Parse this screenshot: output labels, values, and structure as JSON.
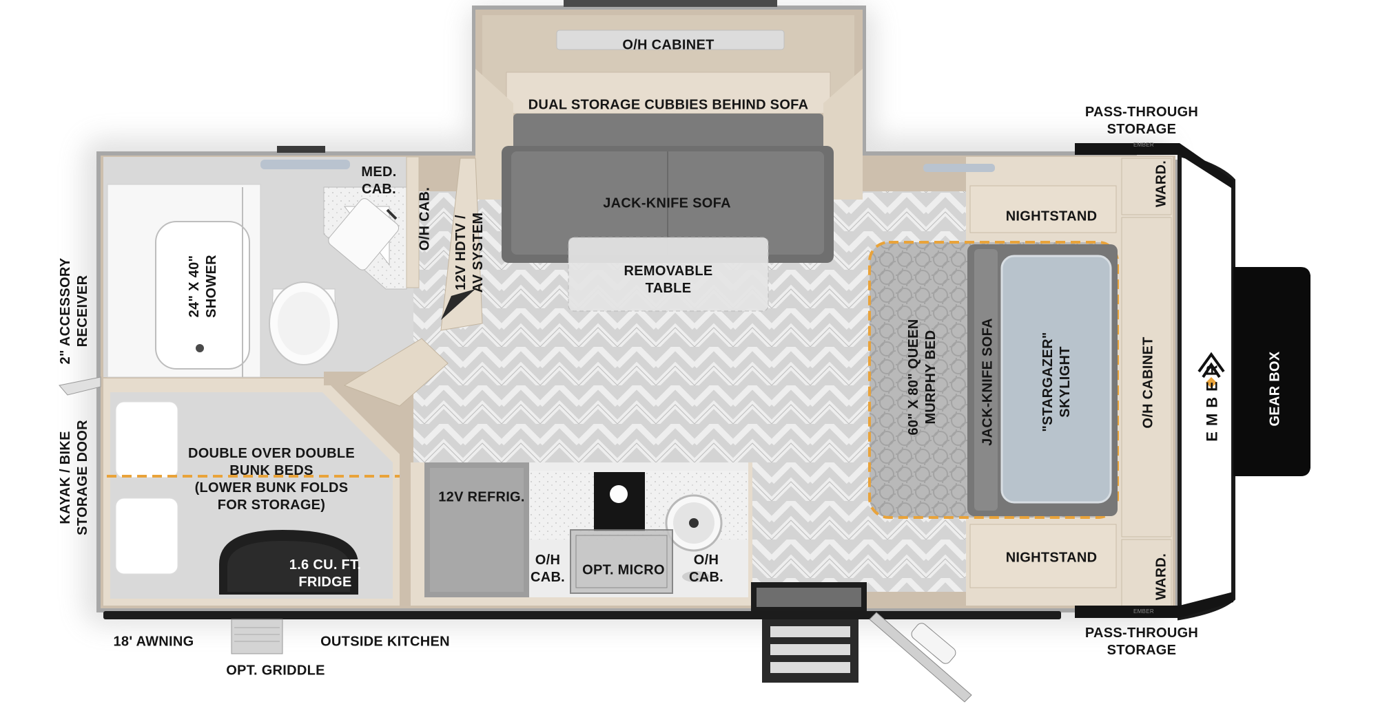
{
  "labels": {
    "oh_cabinet_top": "O/H CABINET",
    "dual_storage": "DUAL STORAGE CUBBIES BEHIND SOFA",
    "jack_knife_sofa_top": "JACK-KNIFE SOFA",
    "removable_table_1": "REMOVABLE",
    "removable_table_2": "TABLE",
    "pass_through_top_1": "PASS-THROUGH",
    "pass_through_top_2": "STORAGE",
    "pass_through_bottom_1": "PASS-THROUGH",
    "pass_through_bottom_2": "STORAGE",
    "nightstand_top": "NIGHTSTAND",
    "nightstand_bottom": "NIGHTSTAND",
    "ward_top": "WARD.",
    "ward_bottom": "WARD.",
    "med_cab_1": "MED.",
    "med_cab_2": "CAB.",
    "oh_cab_bath": "O/H CAB.",
    "hdtv_1": "12V HDTV /",
    "hdtv_2": "AV SYSTEM",
    "shower_1": "24\" X 40\"",
    "shower_2": "SHOWER",
    "accessory_1": "2\" ACCESSORY",
    "accessory_2": "RECEIVER",
    "kayak_1": "KAYAK / BIKE",
    "kayak_2": "STORAGE DOOR",
    "bunk_1": "DOUBLE OVER DOUBLE",
    "bunk_2": "BUNK BEDS",
    "bunk_3": "(LOWER BUNK FOLDS",
    "bunk_4": "FOR STORAGE)",
    "fridge_1": "1.6 CU. FT.",
    "fridge_2": "FRIDGE",
    "refrig": "12V REFRIG.",
    "oh_cab_kitchen_left_1": "O/H",
    "oh_cab_kitchen_left_2": "CAB.",
    "opt_micro": "OPT. MICRO",
    "oh_cab_kitchen_right_1": "O/H",
    "oh_cab_kitchen_right_2": "CAB.",
    "murphy_1": "60\" X 80\" QUEEN",
    "murphy_2": "MURPHY BED",
    "jack_knife_sofa_right": "JACK-KNIFE SOFA",
    "stargazer_1": "\"STARGAZER\"",
    "stargazer_2": "SKYLIGHT",
    "oh_cabinet_right": "O/H CABINET",
    "gear_box": "GEAR BOX",
    "awning": "18' AWNING",
    "outside_kitchen": "OUTSIDE KITCHEN",
    "opt_griddle": "OPT. GRIDDLE"
  },
  "brand": {
    "logo_text": "EMBER",
    "stamp_text": "EMBER"
  },
  "colors": {
    "wall": "#cdbfad",
    "floor": "#d6d6d6",
    "herringbone": "#ececec",
    "sofa": "#6f6f6f",
    "bed_outline": "#e9a33a",
    "cabinet": "#e6dccd",
    "gear_box": "#0b0b0b"
  }
}
